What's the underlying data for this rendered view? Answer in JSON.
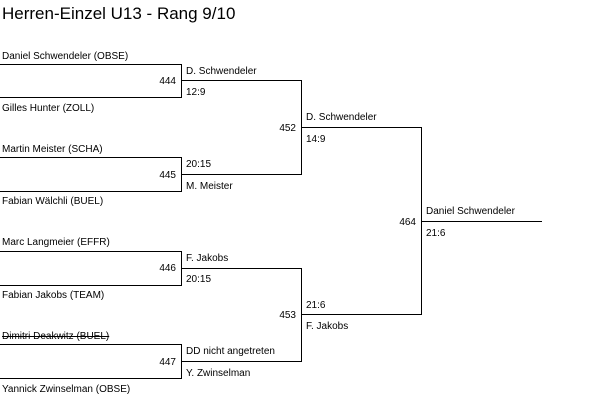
{
  "title": "Herren-Einzel U13 - Rang 9/10",
  "round1": [
    {
      "top": "Daniel Schwendeler (OBSE)",
      "bottom": "Gilles Hunter (ZOLL)",
      "match": "444",
      "winner": "D. Schwendeler",
      "score": "12:9"
    },
    {
      "top": "Martin Meister (SCHA)",
      "bottom": "Fabian Wälchli (BUEL)",
      "match": "445",
      "score": "20:15",
      "winner": "M. Meister"
    },
    {
      "top": "Marc Langmeier (EFFR)",
      "bottom": "Fabian Jakobs (TEAM)",
      "match": "446",
      "winner": "F. Jakobs",
      "score": "20:15"
    },
    {
      "top": "Dimitri Deakwitz (BUEL)",
      "bottom": "Yannick Zwinselman (OBSE)",
      "match": "447",
      "score": "DD nicht angetreten",
      "winner": "Y. Zwinselman"
    }
  ],
  "round2": [
    {
      "match": "452",
      "winner": "D. Schwendeler",
      "score": "14:9"
    },
    {
      "match": "453",
      "score": "21:6",
      "winner": "F. Jakobs"
    }
  ],
  "final": {
    "match": "464",
    "winner": "Daniel Schwendeler",
    "score": "21:6"
  }
}
